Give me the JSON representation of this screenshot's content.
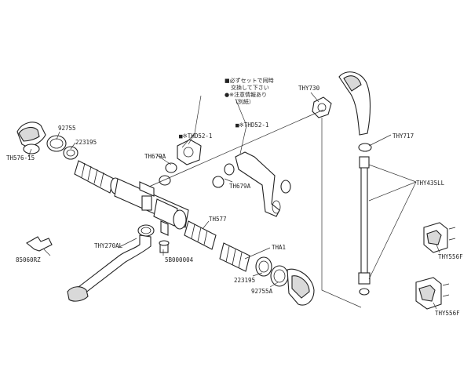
{
  "diagram": {
    "note_lines": [
      "■必ずセットで同時",
      "交換して下さい",
      "●※注意情報あり",
      "（別紙）"
    ],
    "labels": {
      "th576_15": "TH576-15",
      "p92755": "92755",
      "p223195_top": "223195",
      "th679a_left": "TH679A",
      "thd52_left": "■※THD52-1",
      "thd52_right": "■※THD52-1",
      "th679a_right": "TH679A",
      "thy730": "THY730",
      "thy717": "THY717",
      "thy435ll": "THY435LL",
      "th577": "TH577",
      "tha1": "THA1",
      "p223195_bottom": "223195",
      "p92755a": "92755A",
      "thy270al": "THY270AL",
      "p5b000004": "5B000004",
      "p85060rz": "85060RZ",
      "thy556f_top": "THY556F",
      "thy556f_bottom": "THY556F"
    }
  }
}
